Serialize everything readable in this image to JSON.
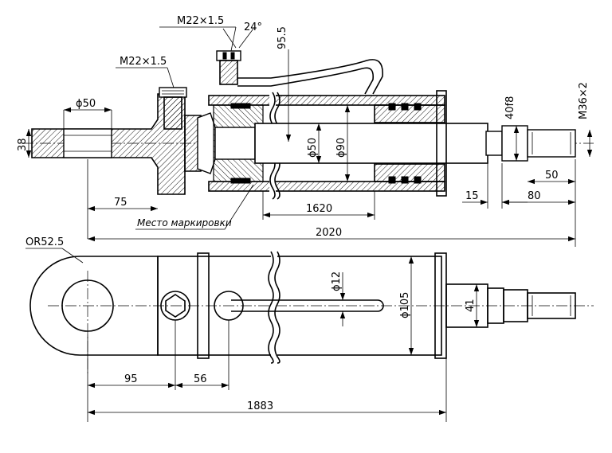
{
  "drawing": {
    "top_view": {
      "thread_top": "M22×1.5",
      "angle": "24°",
      "thread_left": "M22×1.5",
      "dim_95_5": "95.5",
      "dia_50_eye": "ϕ50",
      "dim_38": "38",
      "dia_50_rod": "ϕ50",
      "dia_90": "ϕ90",
      "dim_40f8": "40f8",
      "thread_right": "M36×2",
      "dim_50": "50",
      "dim_75": "75",
      "marking_label": "Место маркировки",
      "dim_1620": "1620",
      "dim_15": "15",
      "dim_80": "80",
      "dim_2020": "2020"
    },
    "bottom_view": {
      "radius": "OR52.5",
      "dia_12": "ϕ12",
      "dia_105": "ϕ105",
      "dim_41": "41",
      "dim_95": "95",
      "dim_56": "56",
      "dim_1883": "1883"
    }
  }
}
